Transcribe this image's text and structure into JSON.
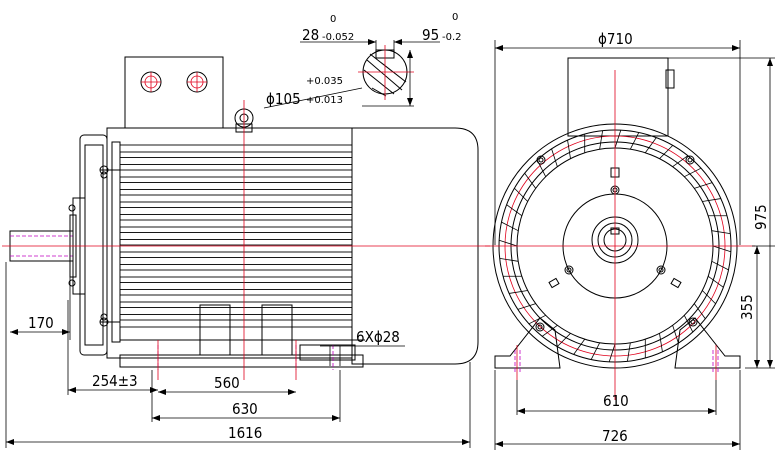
{
  "dimensions": {
    "key_width": "28",
    "key_width_tol_upper": "0",
    "key_width_tol_lower": "-0.052",
    "shaft_height": "95",
    "shaft_height_tol_upper": "0",
    "shaft_height_tol_lower": "-0.2",
    "shaft_dia": "ϕ105",
    "shaft_dia_tol_upper": "+0.035",
    "shaft_dia_tol_lower": "+0.013",
    "frame_dia": "ϕ710",
    "overall_height": "975",
    "center_height": "355",
    "shaft_extension": "170",
    "foot_hole_offset": "254±3",
    "foot_hole_spacing": "560",
    "foot_length": "630",
    "overall_length": "1616",
    "mount_holes": "6Xϕ28",
    "foot_hole_width": "610",
    "base_width": "726"
  },
  "colors": {
    "outline": "#000000",
    "centerline": "#e0001b",
    "hidden": "#c000c0"
  }
}
